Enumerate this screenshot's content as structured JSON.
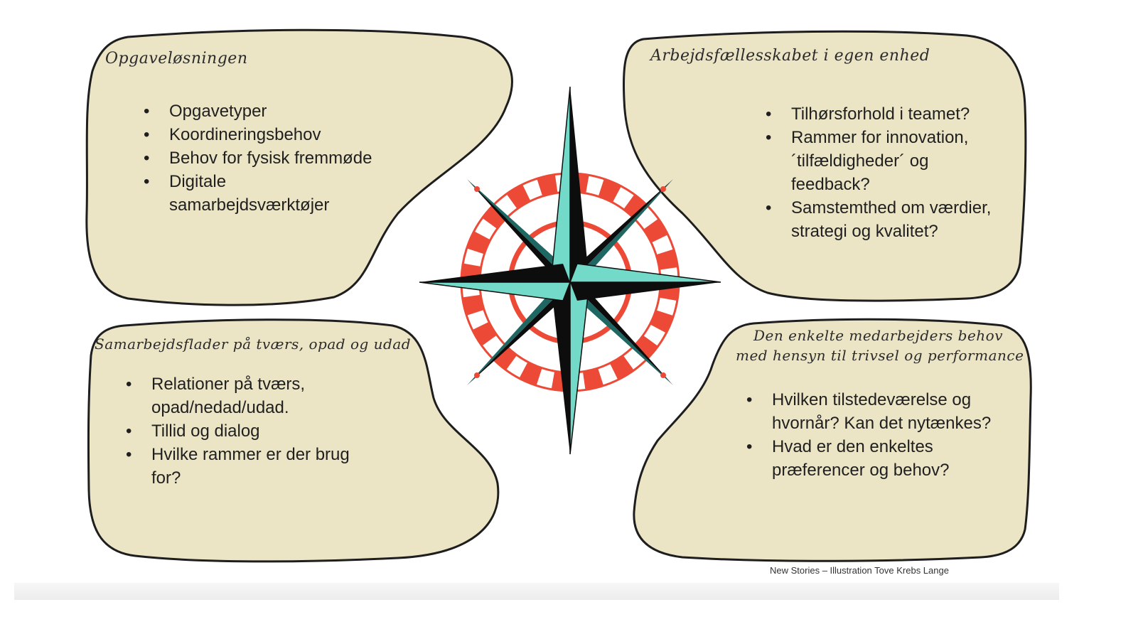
{
  "colors": {
    "bubble_fill": "#ebe5c6",
    "bubble_stroke": "#1e1e1e",
    "ring_red": "#ec4a36",
    "star_teal": "#73d9c9",
    "star_dark_teal": "#1e6763",
    "star_black": "#0d0d0d"
  },
  "panels": [
    {
      "title": "Opgaveløsningen",
      "items": [
        "Opgavetyper",
        "Koordineringsbehov",
        "Behov for fysisk fremmøde",
        "Digitale samarbejdsværktøjer"
      ]
    },
    {
      "title": "Arbejdsfællesskabet i egen enhed",
      "items": [
        "Tilhørsforhold i teamet?",
        "Rammer for innovation, ´tilfældigheder´ og feedback?",
        "Samstemthed om værdier, strategi og kvalitet?"
      ]
    },
    {
      "title": "Samarbejdsflader på tværs, opad og udad",
      "items": [
        "Relationer på tværs, opad/nedad/udad.",
        "Tillid og dialog",
        "Hvilke rammer er der brug for?"
      ]
    },
    {
      "title_lines": [
        "Den enkelte medarbejders behov",
        "med hensyn til trivsel og performance"
      ],
      "items": [
        "Hvilken tilstedeværelse og hvornår? Kan det nytænkes?",
        "Hvad er den enkeltes præferencer og behov?"
      ]
    }
  ],
  "compass_icon": "compass-rose-icon",
  "credit": "New Stories – Illustration Tove Krebs Lange"
}
